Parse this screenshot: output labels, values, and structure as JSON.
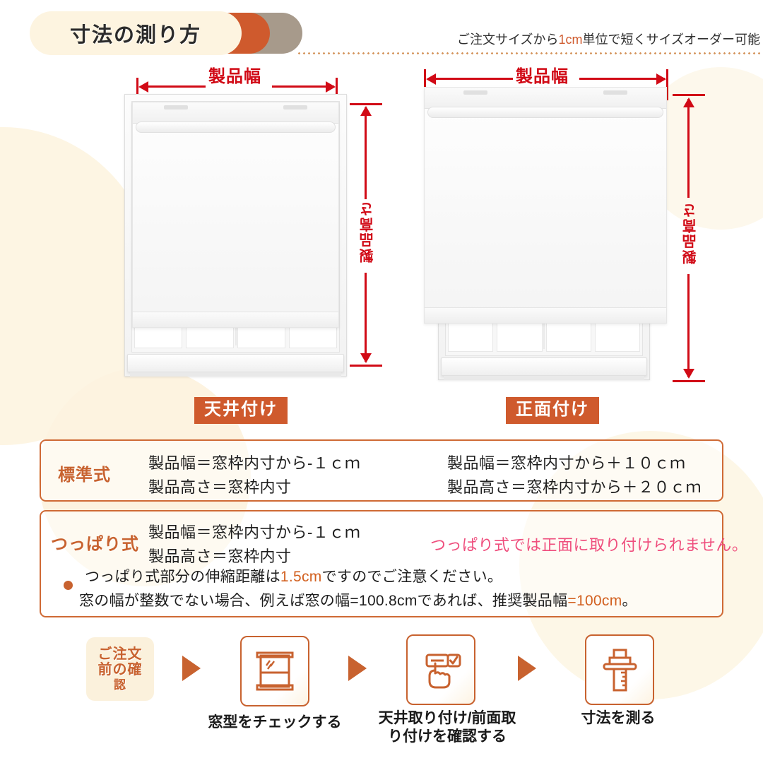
{
  "header": {
    "title": "寸法の測り方",
    "note_prefix": "ご注文サイズから",
    "note_highlight": "1cm",
    "note_suffix": "単位で短くサイズオーダー可能",
    "accent_orange": "#cf5a2d",
    "accent_gray": "#a79a8b"
  },
  "diagrams": {
    "width_label": "製品幅",
    "height_label": "製品高さ",
    "dimension_color": "#d10a16",
    "left": {
      "mount_label": "天井付け"
    },
    "right": {
      "mount_label": "正面付け"
    }
  },
  "specs": [
    {
      "kind": "標準式",
      "inside": [
        "製品幅＝窓枠内寸から‐１ｃｍ",
        "製品高さ＝窓枠内寸"
      ],
      "outside": [
        "製品幅＝窓枠内寸から＋１０ｃｍ",
        "製品高さ＝窓枠内寸から＋２０ｃｍ"
      ]
    },
    {
      "kind": "つっぱり式",
      "inside": [
        "製品幅＝窓枠内寸から-１ｃｍ",
        "製品高さ＝窓枠内寸"
      ],
      "warning": "つっぱり式では正面に取り付けられません。",
      "warning_color": "#ef4e7d",
      "notes": [
        {
          "pre": "つっぱり式部分の伸縮距離は",
          "hl": "1.5cm",
          "post": "ですのでご注意ください。"
        },
        {
          "pre": "窓の幅が整数でない場合、例えば窓の幅=100.8cmであれば、推奨製品幅",
          "hl": "=100cm",
          "post": "。"
        }
      ]
    }
  ],
  "steps": {
    "start_line1": "ご注文",
    "start_line2": "前の確",
    "start_line3": "認",
    "items": [
      {
        "icon": "window-icon",
        "caption": "窓型をチェックする"
      },
      {
        "icon": "hand-checkbox-icon",
        "caption": "天井取り付け/前面取り付けを確認する"
      },
      {
        "icon": "measuring-ruler-icon",
        "caption": "寸法を測る"
      }
    ],
    "arrow_color": "#c8622f"
  }
}
